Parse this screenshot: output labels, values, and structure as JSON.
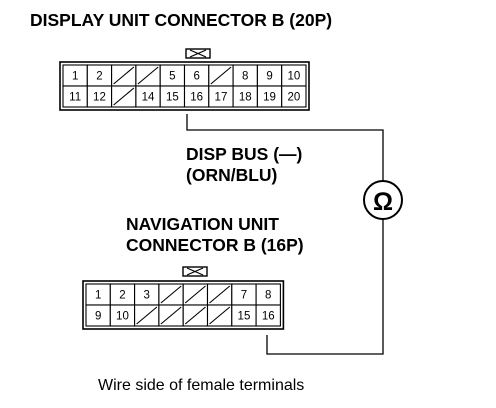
{
  "display_connector": {
    "title": "DISPLAY UNIT CONNECTOR B (20P)",
    "rows": [
      [
        "1",
        "2",
        "",
        "",
        "5",
        "6",
        "",
        "8",
        "9",
        "10"
      ],
      [
        "11",
        "12",
        "",
        "14",
        "15",
        "16",
        "17",
        "18",
        "19",
        "20"
      ]
    ],
    "hatched_cells": [
      [
        0,
        2
      ],
      [
        0,
        3
      ],
      [
        0,
        6
      ],
      [
        1,
        2
      ]
    ]
  },
  "wire_label": {
    "line1": "DISP BUS (—)",
    "line2": "(ORN/BLU)"
  },
  "meter": {
    "icon": "ohmmeter-icon",
    "symbol": "Ω"
  },
  "navigation_connector": {
    "title_line1": "NAVIGATION UNIT",
    "title_line2": "CONNECTOR B (16P)",
    "rows": [
      [
        "1",
        "2",
        "3",
        "",
        "",
        "",
        "7",
        "8"
      ],
      [
        "9",
        "10",
        "",
        "",
        "",
        "",
        "15",
        "16"
      ]
    ],
    "hatched_cells": [
      [
        0,
        3
      ],
      [
        0,
        4
      ],
      [
        0,
        5
      ],
      [
        1,
        2
      ],
      [
        1,
        3
      ],
      [
        1,
        4
      ],
      [
        1,
        5
      ]
    ]
  },
  "footer_note": "Wire side of female terminals"
}
